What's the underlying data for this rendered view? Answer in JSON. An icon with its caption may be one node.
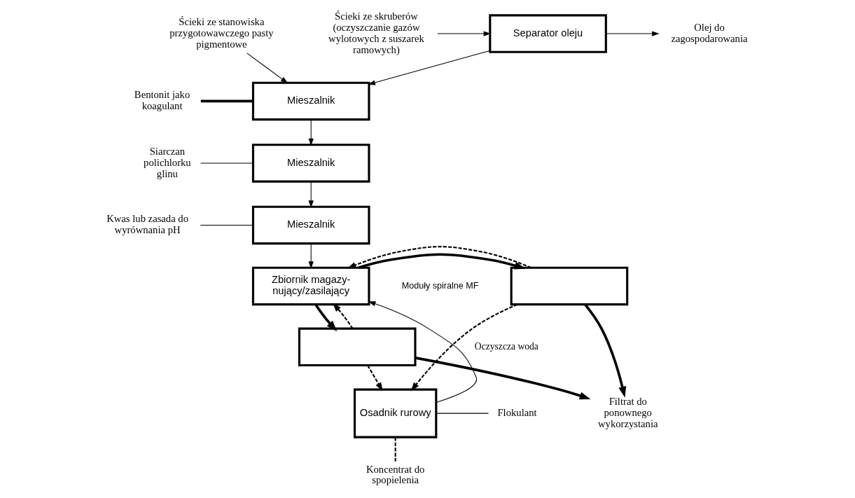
{
  "diagram": {
    "nodes": [
      {
        "text": [
          "Separator oleju"
        ]
      },
      {
        "text": [
          "Mieszalnik"
        ]
      },
      {
        "text": [
          "Mieszalnik"
        ]
      },
      {
        "text": [
          "Mieszalnik"
        ]
      },
      {
        "text": [
          "Zbiornik magazy- nujący/zasilający"
        ]
      },
      {
        "text": [],
        "shape": "box"
      },
      {
        "text": [],
        "shape": "box"
      },
      {
        "text": [
          "Osadnik rurowy"
        ]
      },
      {
        "text": [
          "Ścieki ze skruberów (oczyszczanie gazów wylotowych z suszarek ramowych)"
        ]
      },
      {
        "text": [
          "Ścieki ze stanowiska przygotowawczego pasty pigmentowe"
        ]
      },
      {
        "text": [
          "Olej do zagospodarowania"
        ]
      },
      {
        "text": [
          "Bentonit jako koagulant"
        ]
      },
      {
        "text": [
          "Siarczan polichlorku glinu"
        ]
      },
      {
        "text": [
          "Kwas lub zasada do wyrównania pH"
        ]
      },
      {
        "text": [
          "Filtrat do ponownego wykorzystania"
        ]
      },
      {
        "text": [
          "Flokulant"
        ]
      },
      {
        "text": [
          "Koncentrat do spopielenia"
        ]
      }
    ],
    "edges": [
      {
        "from": 8,
        "to": 0,
        "arrow": "to"
      },
      {
        "from": 0,
        "to": 10,
        "arrow": "to"
      },
      {
        "from": 0,
        "to": 1,
        "arrow": "to"
      },
      {
        "from": 9,
        "to": 1,
        "arrow": "to"
      },
      {
        "from": 11,
        "to": 1,
        "arrow": "none",
        "style": "thick"
      },
      {
        "from": 1,
        "to": 2,
        "arrow": "to"
      },
      {
        "from": 12,
        "to": 2,
        "arrow": "none"
      },
      {
        "from": 2,
        "to": 3,
        "arrow": "to"
      },
      {
        "from": 13,
        "to": 3,
        "arrow": "none"
      },
      {
        "from": 3,
        "to": 4,
        "arrow": "to"
      },
      {
        "from": 4,
        "to": 5,
        "arrow": "to",
        "style": "thick"
      },
      {
        "from": 4,
        "to": 6,
        "arrow": "to",
        "style": "thick"
      },
      {
        "from": 5,
        "to": 14,
        "arrow": "to",
        "style": "thick"
      },
      {
        "from": 6,
        "to": 14,
        "arrow": "to",
        "style": "thick"
      },
      {
        "from": 5,
        "to": 7,
        "arrow": "to",
        "style": "dashed"
      },
      {
        "from": 6,
        "to": 7,
        "arrow": "to",
        "style": "dashed"
      },
      {
        "from": 5,
        "to": 4,
        "arrow": "to",
        "style": "dashed"
      },
      {
        "from": 6,
        "to": 4,
        "arrow": "to",
        "style": "dashed"
      },
      {
        "from": 7,
        "to": 4,
        "arrow": "to",
        "label": "Oczyszcza woda"
      },
      {
        "from": 7,
        "to": 15,
        "arrow": "none"
      },
      {
        "from": 7,
        "to": 16,
        "arrow": "none",
        "style": "dashed"
      }
    ],
    "labels": [
      "Moduły spiralne MF"
    ]
  }
}
